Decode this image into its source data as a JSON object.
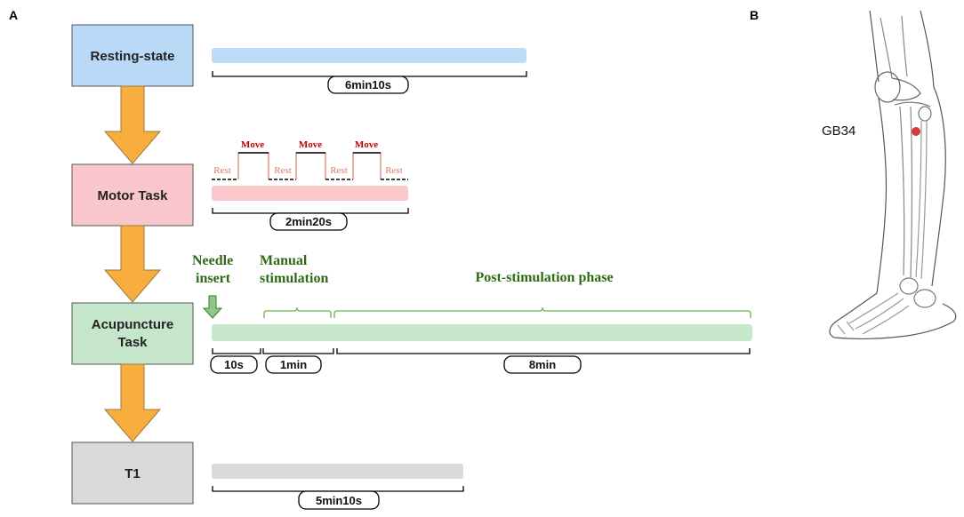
{
  "panels": {
    "a": "A",
    "b": "B"
  },
  "steps": [
    {
      "label": "Resting-state",
      "duration": "6min10s",
      "fill": "#b9d9f6",
      "bar": "#bcdcf7"
    },
    {
      "label": "Motor Task",
      "duration": "2min20s",
      "fill": "#f9c7cb",
      "bar": "#f9c9cc"
    },
    {
      "label_line1": "Acupuncture",
      "label_line2": "Task",
      "fill": "#c6e6cc",
      "bar": "#c8e8cc"
    },
    {
      "label": "T1",
      "duration": "5min10s",
      "fill": "#d9d9d9",
      "bar": "#dadada"
    }
  ],
  "motor_labels": {
    "move": [
      "Move",
      "Move",
      "Move"
    ],
    "rest": [
      "Rest",
      "Rest",
      "Rest",
      "Rest"
    ]
  },
  "acupuncture": {
    "needle_line1": "Needle",
    "needle_line2": "insert",
    "manual_line1": "Manual",
    "manual_line2": "stimulation",
    "post": "Post-stimulation phase",
    "durations": [
      "10s",
      "1min",
      "8min"
    ]
  },
  "figure_b": {
    "acupoint": "GB34",
    "point_color": "#d63a3a"
  },
  "colors": {
    "arrow": "#f7ae3f",
    "arrow_stroke": "#9a7a3a",
    "green": "#2e6a14",
    "red": "#c00000",
    "rest": "#e07a6a"
  }
}
